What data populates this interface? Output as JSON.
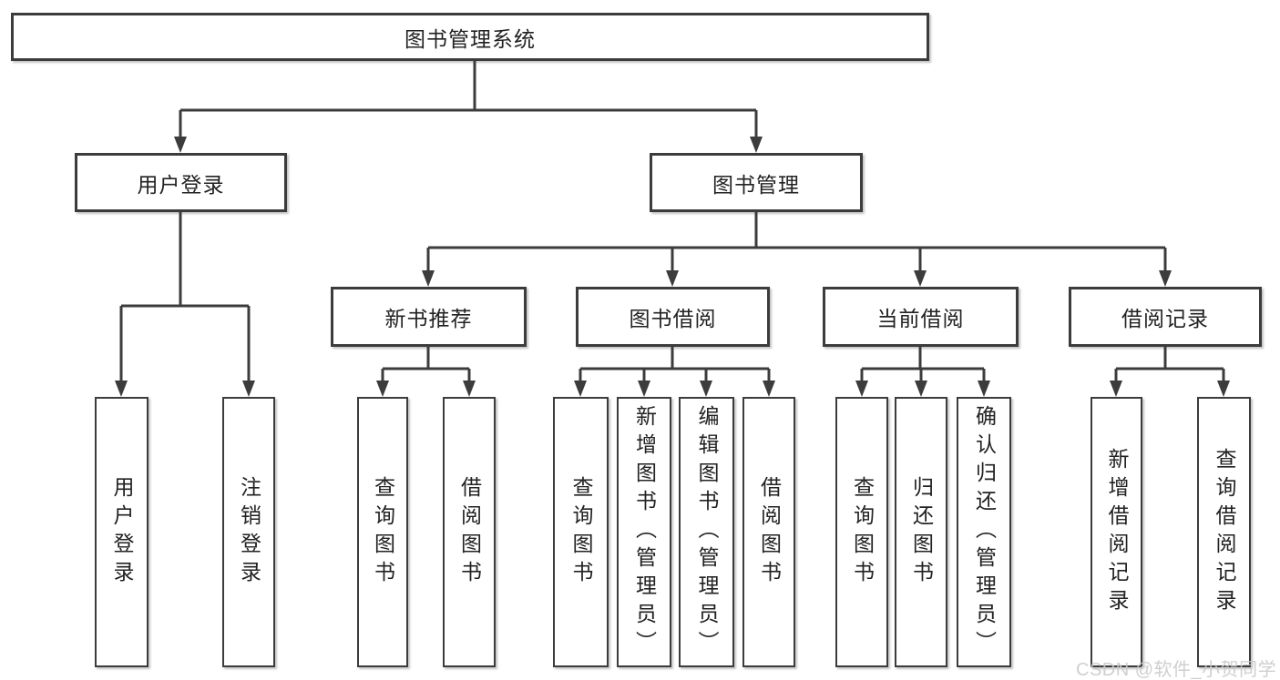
{
  "tree": {
    "label": "图书管理系统",
    "children": [
      {
        "label": "用户登录",
        "children": [
          {
            "label": "用户登录"
          },
          {
            "label": "注销登录"
          }
        ]
      },
      {
        "label": "图书管理",
        "children": [
          {
            "label": "新书推荐",
            "children": [
              {
                "label": "查询图书"
              },
              {
                "label": "借阅图书"
              }
            ]
          },
          {
            "label": "图书借阅",
            "children": [
              {
                "label": "查询图书"
              },
              {
                "label": "新增图书（管理员）"
              },
              {
                "label": "编辑图书（管理员）"
              },
              {
                "label": "借阅图书"
              }
            ]
          },
          {
            "label": "当前借阅",
            "children": [
              {
                "label": "查询图书"
              },
              {
                "label": "归还图书"
              },
              {
                "label": "确认归还（管理员）"
              }
            ]
          },
          {
            "label": "借阅记录",
            "children": [
              {
                "label": "新增借阅记录"
              },
              {
                "label": "查询借阅记录"
              }
            ]
          }
        ]
      }
    ]
  },
  "watermark": {
    "text": "CSDN @软件_小贺同学"
  },
  "colors": {
    "line": "#3c3c3c",
    "box_border": "#3c3c3c",
    "text": "#222222",
    "watermark": "#cacaca",
    "background": "#ffffff"
  }
}
